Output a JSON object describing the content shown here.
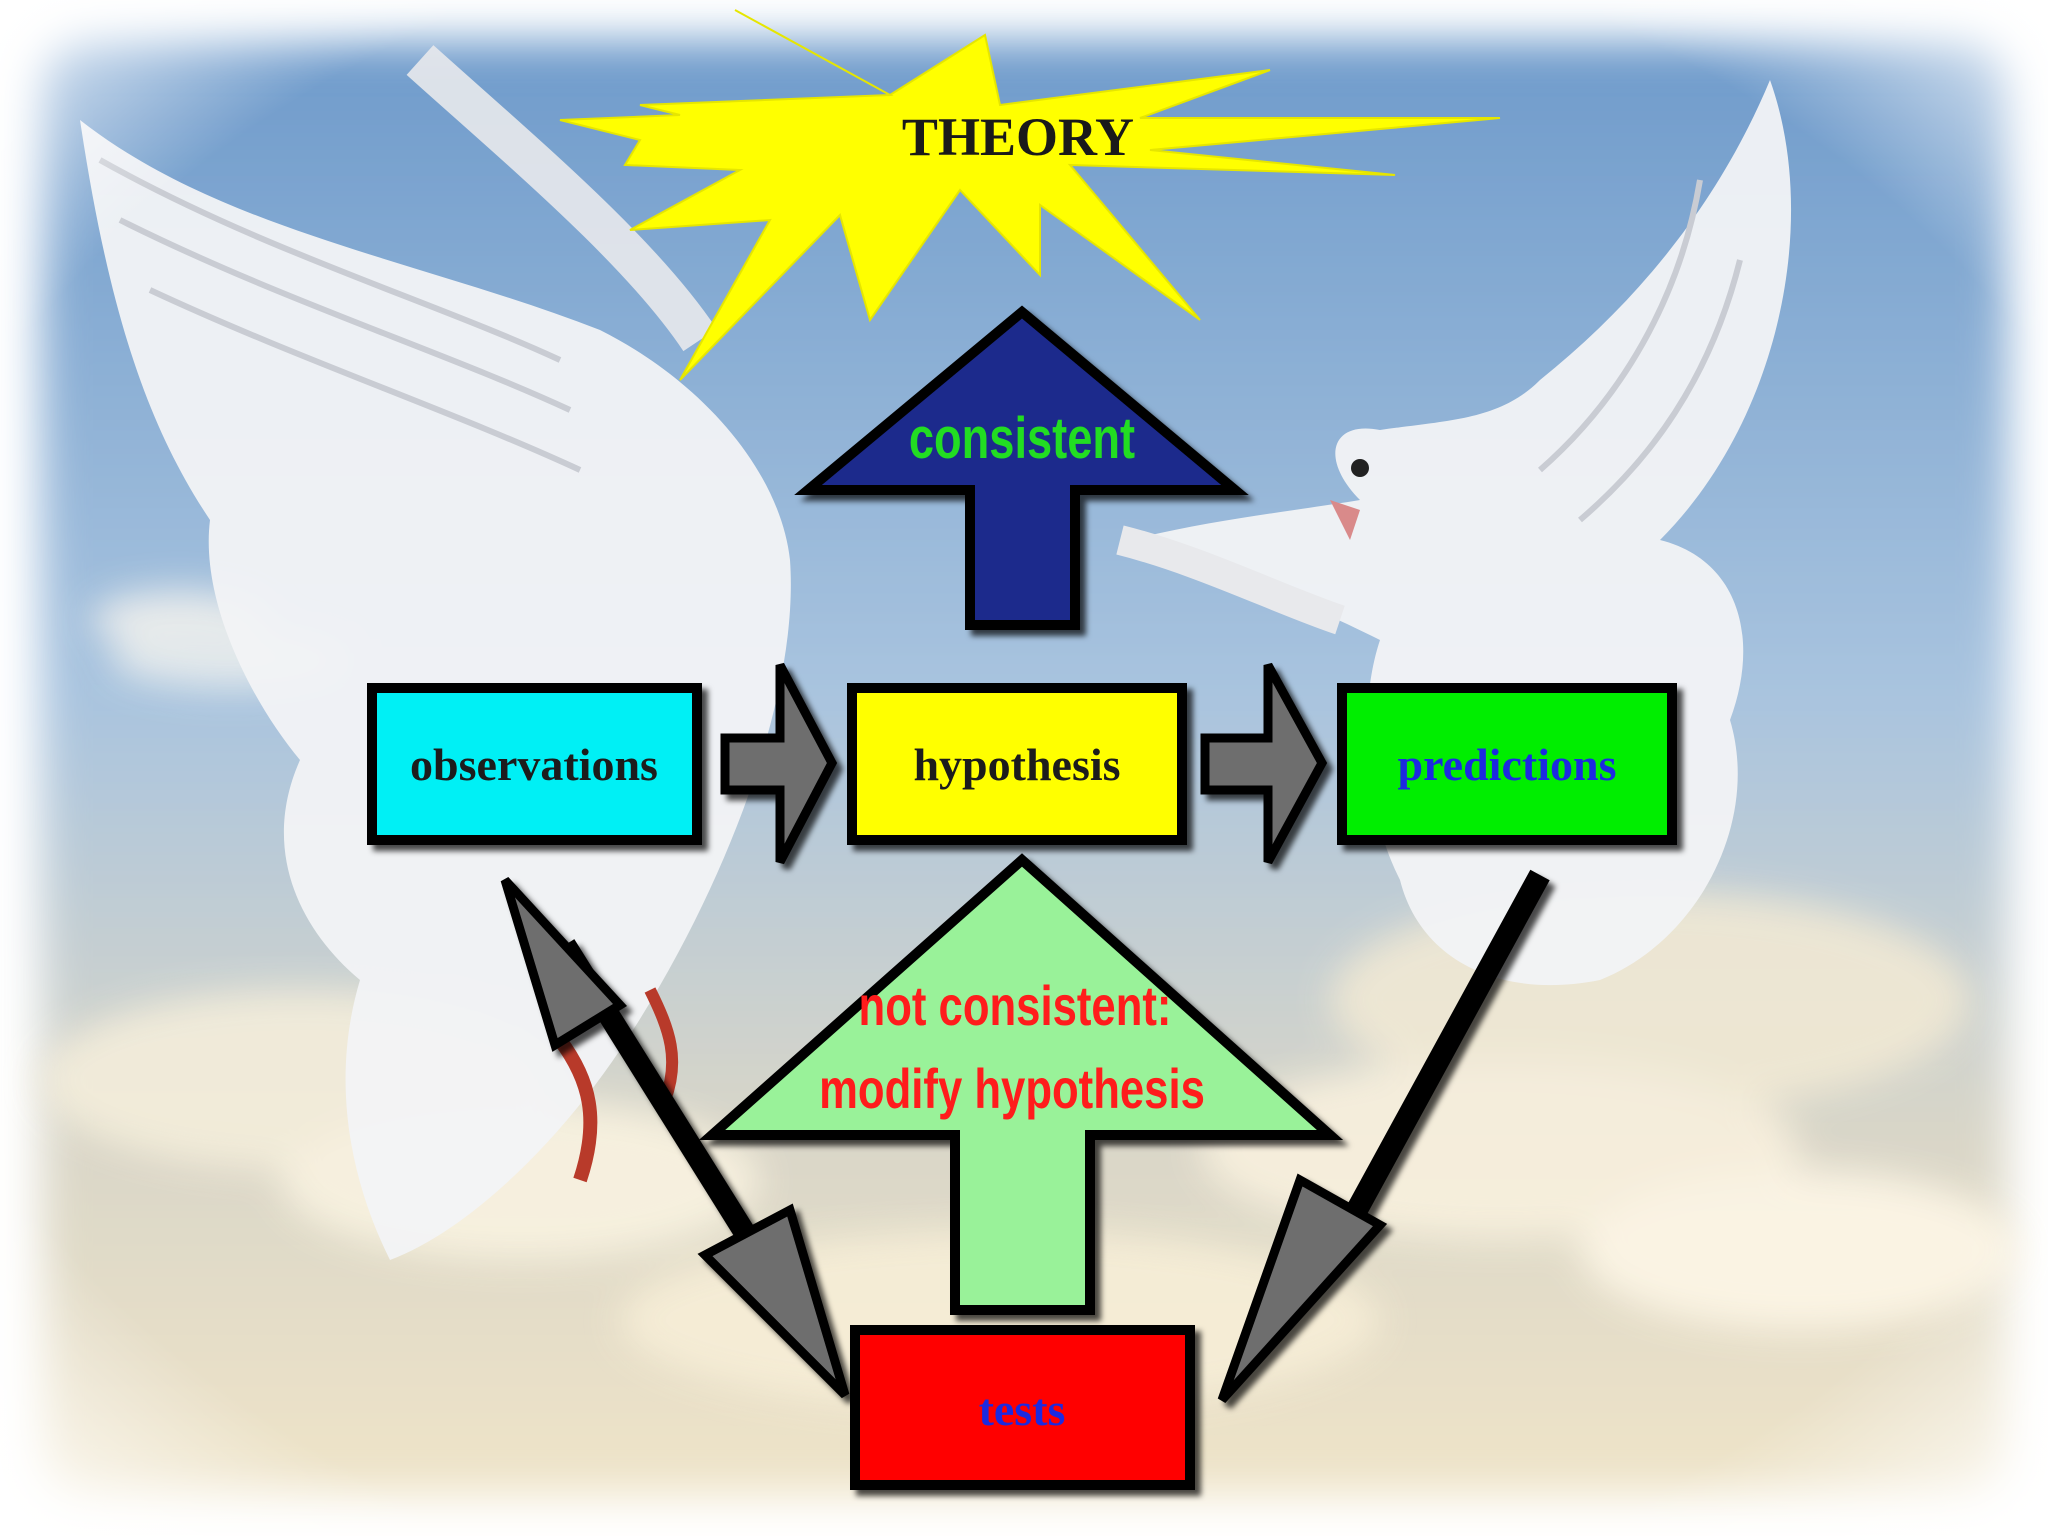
{
  "theory": {
    "label": "THEORY"
  },
  "arrows": {
    "consistent": "consistent",
    "not_consistent_line1": "not consistent:",
    "not_consistent_line2": "modify hypothesis"
  },
  "nodes": {
    "observations": "observations",
    "hypothesis": "hypothesis",
    "predictions": "predictions",
    "tests": "tests"
  },
  "colors": {
    "sky_top": "#7fa8d2",
    "sky_bottom": "#e8dcc2",
    "theory_star": "#ffff00",
    "consistent_arrow": "#1c2a8c",
    "consistent_text": "#22dd22",
    "not_consistent_arrow": "#99f299",
    "not_consistent_text": "#ff1a1a",
    "observations_box": "#00f0f5",
    "hypothesis_box": "#ffff00",
    "predictions_box": "#00ee00",
    "tests_box": "#ff0000",
    "dark_label": "#1a1a1a",
    "blue_label": "#1f2be0",
    "connector_arrow": "#555555"
  }
}
